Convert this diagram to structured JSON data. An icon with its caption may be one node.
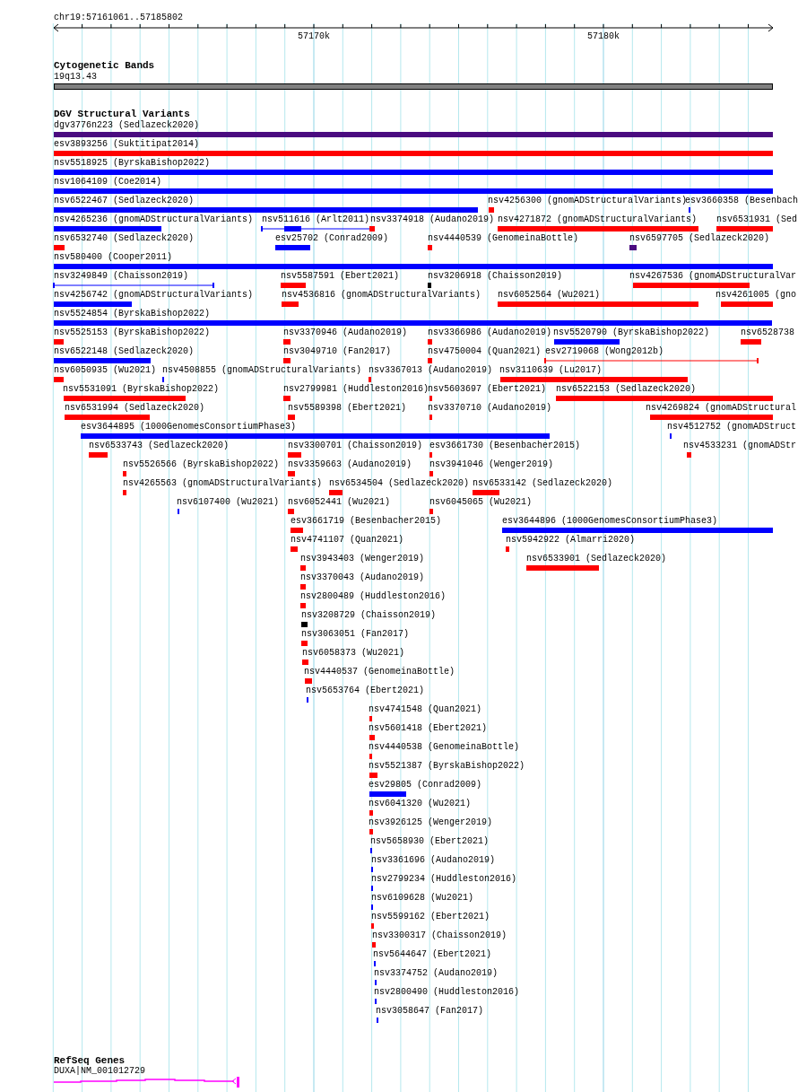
{
  "diagram": {
    "labels": [
      "chr19:57161061..57185802",
      "57170k",
      "57180k",
      "Cytogenetic Bands",
      "19q13.43",
      "DGV Structural Variants",
      "dgv3776n223 (Sedlazeck2020)",
      "esv3893256 (Suktitipat2014)",
      "nsv5518925 (ByrskaBishop2022)",
      "nsv1064109 (Coe2014)",
      "nsv6522467 (Sedlazeck2020)",
      "nsv4256300 (gnomADStructuralVariants)",
      "esv3660358 (Besenbach",
      "nsv4265236 (gnomADStructuralVariants)",
      "nsv511616 (Arlt2011)",
      "nsv3374918 (Audano2019)",
      "nsv4271872 (gnomADStructuralVariants)",
      "nsv6531931 (Sed",
      "nsv6532740 (Sedlazeck2020)",
      "esv25702 (Conrad2009)",
      "nsv4440539 (GenomeinaBottle)",
      "nsv6597705 (Sedlazeck2020)",
      "nsv580400 (Cooper2011)",
      "nsv3249849 (Chaisson2019)",
      "nsv5587591 (Ebert2021)",
      "nsv3206918 (Chaisson2019)",
      "nsv4267536 (gnomADStructuralVar",
      "nsv4256742 (gnomADStructuralVariants)",
      "nsv4536816 (gnomADStructuralVariants)",
      "nsv6052564 (Wu2021)",
      "nsv4261005 (gno",
      "nsv5524854 (ByrskaBishop2022)",
      "nsv5525153 (ByrskaBishop2022)",
      "nsv3370946 (Audano2019)",
      "nsv3366986 (Audano2019)",
      "nsv5520790 (ByrskaBishop2022)",
      "nsv6528738",
      "nsv6522148 (Sedlazeck2020)",
      "nsv3049710 (Fan2017)",
      "nsv4750004 (Quan2021)",
      "esv2719068 (Wong2012b)",
      "nsv6050935 (Wu2021)",
      "nsv4508855 (gnomADStructuralVariants)",
      "nsv3367013 (Audano2019)",
      "nsv3110639 (Lu2017)",
      "nsv5531091 (ByrskaBishop2022)",
      "nsv2799981 (Huddleston2016)",
      "nsv5603697 (Ebert2021)",
      "nsv6522153 (Sedlazeck2020)",
      "nsv6531994 (Sedlazeck2020)",
      "nsv5589398 (Ebert2021)",
      "nsv3370710 (Audano2019)",
      "nsv4269824 (gnomADStructural",
      "esv3644895 (1000GenomesConsortiumPhase3)",
      "nsv4512752 (gnomADStruct",
      "nsv6533743 (Sedlazeck2020)",
      "nsv3300701 (Chaisson2019)",
      "esv3661730 (Besenbacher2015)",
      "nsv4533231 (gnomADStr",
      "nsv5526566 (ByrskaBishop2022)",
      "nsv3359663 (Audano2019)",
      "nsv3941046 (Wenger2019)",
      "nsv4265563 (gnomADStructuralVariants)",
      "nsv6534504 (Sedlazeck2020)",
      "nsv6533142 (Sedlazeck2020)",
      "nsv6107400 (Wu2021)",
      "nsv6052441 (Wu2021)",
      "nsv6045065 (Wu2021)",
      "esv3661719 (Besenbacher2015)",
      "esv3644896 (1000GenomesConsortiumPhase3)",
      "nsv4741107 (Quan2021)",
      "nsv5942922 (Almarri2020)",
      "nsv3943403 (Wenger2019)",
      "nsv6533901 (Sedlazeck2020)",
      "nsv3370043 (Audano2019)",
      "nsv2800489 (Huddleston2016)",
      "nsv3208729 (Chaisson2019)",
      "nsv3063051 (Fan2017)",
      "nsv6058373 (Wu2021)",
      "nsv4440537 (GenomeinaBottle)",
      "nsv5653764 (Ebert2021)",
      "nsv4741548 (Quan2021)",
      "nsv5601418 (Ebert2021)",
      "nsv4440538 (GenomeinaBottle)",
      "nsv5521387 (ByrskaBishop2022)",
      "esv29805 (Conrad2009)",
      "nsv6041320 (Wu2021)",
      "nsv3926125 (Wenger2019)",
      "nsv5658930 (Ebert2021)",
      "nsv3361696 (Audano2019)",
      "nsv2799234 (Huddleston2016)",
      "nsv6109628 (Wu2021)",
      "nsv5599162 (Ebert2021)",
      "nsv3300317 (Chaisson2019)",
      "nsv5644647 (Ebert2021)",
      "nsv3374752 (Audano2019)",
      "nsv2800490 (Huddleston2016)",
      "nsv3058647 (Fan2017)",
      "RefSeq Genes",
      "DUXA|NM_001012729"
    ]
  }
}
